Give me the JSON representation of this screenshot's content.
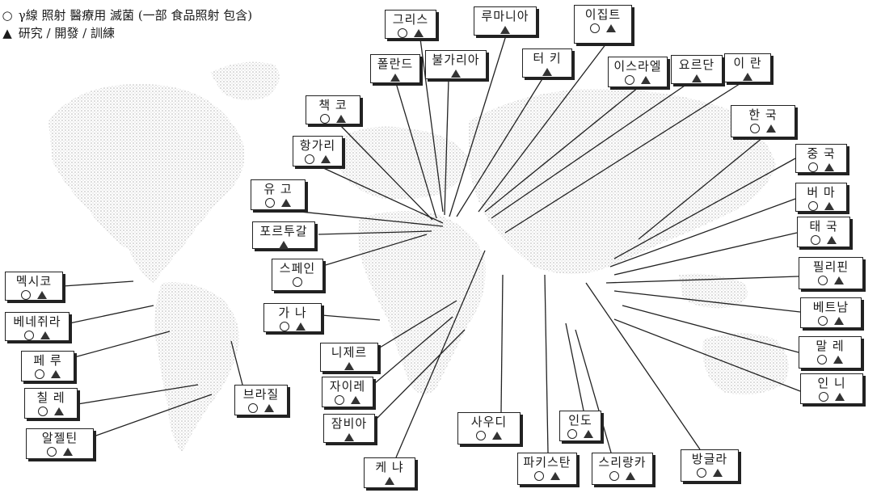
{
  "legend": {
    "line1_symbol": "○",
    "line1_text": "γ線 照射 醫療用 滅菌 (一部 食品照射 包含)",
    "line2_symbol": "▲",
    "line2_text": "研究 / 開發 / 訓練"
  },
  "countries": [
    {
      "id": "greece",
      "name": "그리스",
      "circle": true,
      "triangle": true
    },
    {
      "id": "romania",
      "name": "루마니아",
      "circle": false,
      "triangle": true
    },
    {
      "id": "egypt",
      "name": "이집트",
      "circle": true,
      "triangle": true
    },
    {
      "id": "poland",
      "name": "폴란드",
      "circle": false,
      "triangle": true
    },
    {
      "id": "bulgaria",
      "name": "불가리아",
      "circle": false,
      "triangle": true
    },
    {
      "id": "turkey",
      "name": "터 키",
      "circle": false,
      "triangle": true
    },
    {
      "id": "israel",
      "name": "이스라엘",
      "circle": true,
      "triangle": true
    },
    {
      "id": "jordan",
      "name": "요르단",
      "circle": false,
      "triangle": true
    },
    {
      "id": "iran",
      "name": "이 란",
      "circle": false,
      "triangle": true
    },
    {
      "id": "czech",
      "name": "책 코",
      "circle": true,
      "triangle": true
    },
    {
      "id": "hungary",
      "name": "항가리",
      "circle": true,
      "triangle": true
    },
    {
      "id": "yugoslavia",
      "name": "유 고",
      "circle": true,
      "triangle": true
    },
    {
      "id": "portugal",
      "name": "포르투갈",
      "circle": false,
      "triangle": true
    },
    {
      "id": "spain",
      "name": "스페인",
      "circle": true,
      "triangle": false
    },
    {
      "id": "ghana",
      "name": "가 나",
      "circle": true,
      "triangle": true
    },
    {
      "id": "niger",
      "name": "니제르",
      "circle": false,
      "triangle": true
    },
    {
      "id": "zaire",
      "name": "자이레",
      "circle": true,
      "triangle": true
    },
    {
      "id": "zambia",
      "name": "잠비아",
      "circle": false,
      "triangle": true
    },
    {
      "id": "kenya",
      "name": "케 냐",
      "circle": false,
      "triangle": true
    },
    {
      "id": "mexico",
      "name": "멕시코",
      "circle": true,
      "triangle": true
    },
    {
      "id": "venezuela",
      "name": "베네쥐라",
      "circle": true,
      "triangle": true
    },
    {
      "id": "peru",
      "name": "페 루",
      "circle": true,
      "triangle": true
    },
    {
      "id": "chile",
      "name": "칠 레",
      "circle": true,
      "triangle": true
    },
    {
      "id": "argentina",
      "name": "알젤틴",
      "circle": true,
      "triangle": true
    },
    {
      "id": "brazil",
      "name": "브라질",
      "circle": true,
      "triangle": true
    },
    {
      "id": "saudi",
      "name": "사우디",
      "circle": true,
      "triangle": true
    },
    {
      "id": "india",
      "name": "인도",
      "circle": true,
      "triangle": true
    },
    {
      "id": "pakistan",
      "name": "파키스탄",
      "circle": true,
      "triangle": true
    },
    {
      "id": "srilanka",
      "name": "스리랑카",
      "circle": true,
      "triangle": true
    },
    {
      "id": "bangladesh",
      "name": "방글라",
      "circle": true,
      "triangle": true
    },
    {
      "id": "korea",
      "name": "한 국",
      "circle": true,
      "triangle": true
    },
    {
      "id": "china",
      "name": "중 국",
      "circle": true,
      "triangle": true
    },
    {
      "id": "burma",
      "name": "버 마",
      "circle": true,
      "triangle": true
    },
    {
      "id": "thailand",
      "name": "태 국",
      "circle": true,
      "triangle": true
    },
    {
      "id": "philippines",
      "name": "필리핀",
      "circle": true,
      "triangle": true
    },
    {
      "id": "vietnam",
      "name": "베트남",
      "circle": true,
      "triangle": true
    },
    {
      "id": "malaysia",
      "name": "말 레",
      "circle": true,
      "triangle": true
    },
    {
      "id": "indonesia",
      "name": "인 니",
      "circle": true,
      "triangle": true
    }
  ]
}
